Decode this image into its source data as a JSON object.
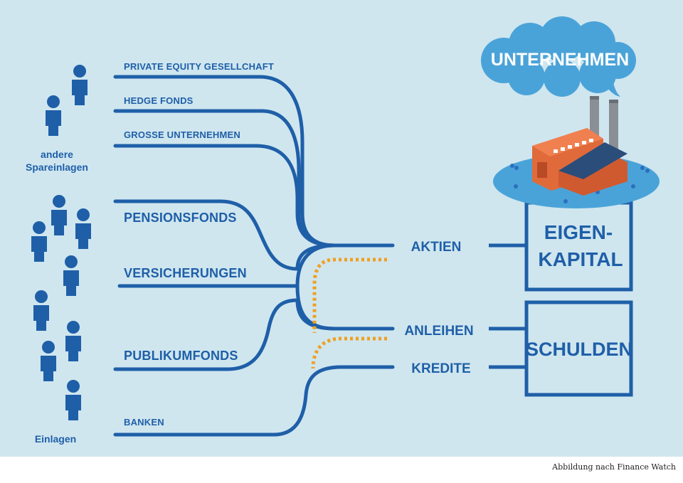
{
  "colors": {
    "background": "#cfe6ef",
    "line": "#1f5fa8",
    "dotted": "#f0a020",
    "cloud": "#4aa3d8",
    "factory": "#e06a3a",
    "roof": "#2a4d7a"
  },
  "groups": {
    "other_savings": "andere\nSpareinlagen",
    "other_savings_line1": "andere",
    "other_savings_line2": "Spareinlagen",
    "deposits": "Einlagen"
  },
  "sources": [
    "PRIVATE EQUITY GESELLCHAFT",
    "HEDGE FONDS",
    "GROSSE UNTERNEHMEN",
    "PENSIONSFONDS",
    "VERSICHERUNGEN",
    "PUBLIKUMFONDS",
    "BANKEN"
  ],
  "instruments": [
    "AKTIEN",
    "ANLEIHEN",
    "KREDITE"
  ],
  "targets": {
    "equity_line1": "EIGEN-",
    "equity_line2": "KAPITAL",
    "debt": "SCHULDEN"
  },
  "company": "UNTERNEHMEN",
  "caption": "Abbildung nach Finance Watch"
}
